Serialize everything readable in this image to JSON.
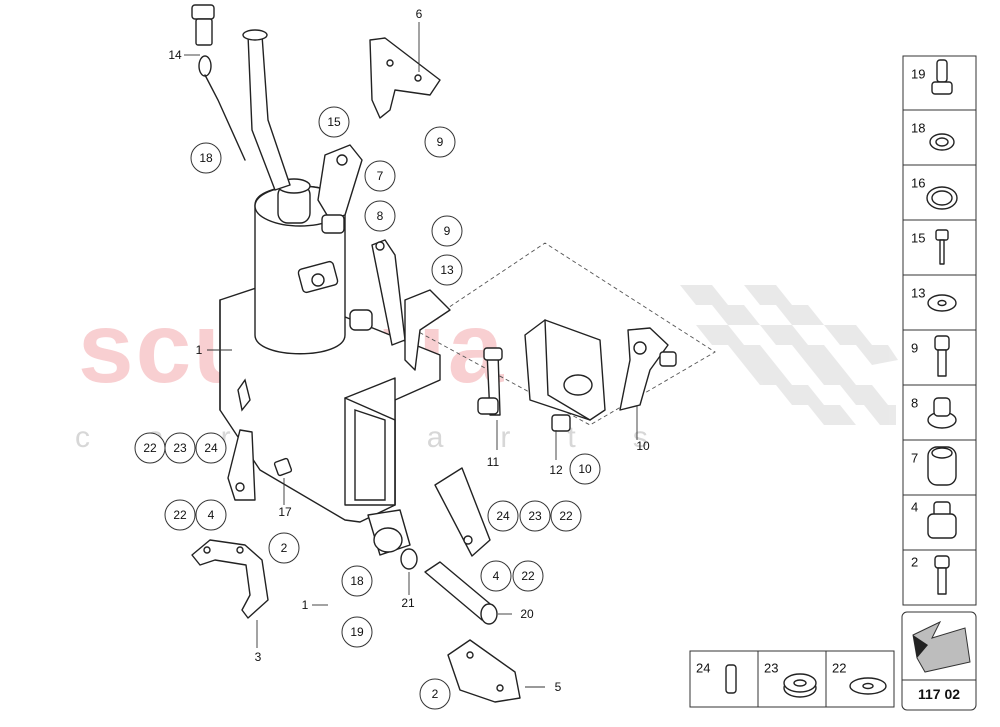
{
  "watermark": {
    "main": "scuderia",
    "sub": "car parts"
  },
  "callouts": [
    {
      "id": "c15",
      "label": "15"
    },
    {
      "id": "c18a",
      "label": "18"
    },
    {
      "id": "c7",
      "label": "7"
    },
    {
      "id": "c8",
      "label": "8"
    },
    {
      "id": "c9a",
      "label": "9"
    },
    {
      "id": "c9b",
      "label": "9"
    },
    {
      "id": "c13",
      "label": "13"
    },
    {
      "id": "c22a",
      "label": "22"
    },
    {
      "id": "c23a",
      "label": "23"
    },
    {
      "id": "c24a",
      "label": "24"
    },
    {
      "id": "c22b",
      "label": "22"
    },
    {
      "id": "c4a",
      "label": "4"
    },
    {
      "id": "c2a",
      "label": "2"
    },
    {
      "id": "c18b",
      "label": "18"
    },
    {
      "id": "c19",
      "label": "19"
    },
    {
      "id": "c24b",
      "label": "24"
    },
    {
      "id": "c23b",
      "label": "23"
    },
    {
      "id": "c22c",
      "label": "22"
    },
    {
      "id": "c4b",
      "label": "4"
    },
    {
      "id": "c22d",
      "label": "22"
    },
    {
      "id": "c10",
      "label": "10"
    },
    {
      "id": "c2b",
      "label": "2"
    }
  ],
  "labels": [
    {
      "id": "l6",
      "label": "6"
    },
    {
      "id": "l14",
      "label": "14"
    },
    {
      "id": "l1a",
      "label": "1"
    },
    {
      "id": "l11",
      "label": "11"
    },
    {
      "id": "l12",
      "label": "12"
    },
    {
      "id": "l10",
      "label": "10"
    },
    {
      "id": "l17",
      "label": "17"
    },
    {
      "id": "l1b",
      "label": "1"
    },
    {
      "id": "l21",
      "label": "21"
    },
    {
      "id": "l20",
      "label": "20"
    },
    {
      "id": "l3",
      "label": "3"
    },
    {
      "id": "l5",
      "label": "5"
    }
  ],
  "side_panel": [
    "19",
    "18",
    "16",
    "15",
    "13",
    "9",
    "8",
    "7",
    "4",
    "2"
  ],
  "bottom_panel": [
    "24",
    "23",
    "22"
  ],
  "page_number": "117 02"
}
